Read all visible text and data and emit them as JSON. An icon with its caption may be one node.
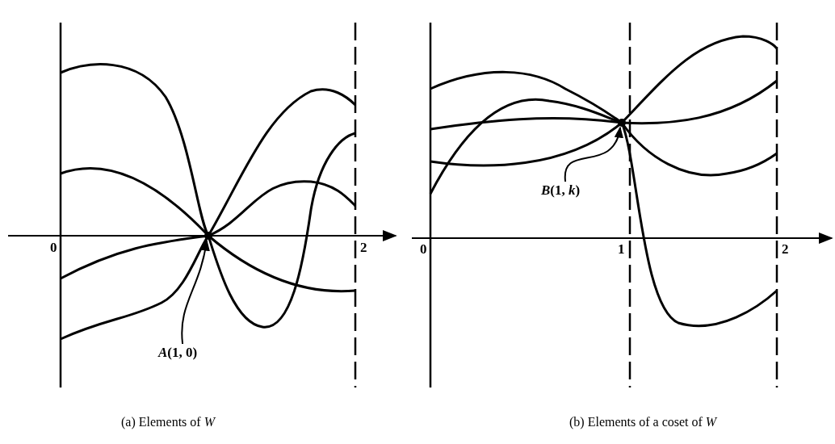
{
  "diagram": {
    "nodes": [
      {
        "text": [
          "*A*(1, 0)"
        ]
      },
      {
        "text": [],
        "shape": "circle"
      },
      {
        "text": [
          "*B*(1, *k*)"
        ]
      },
      {
        "text": [],
        "shape": "circle"
      }
    ],
    "edges": [
      {
        "from": 0,
        "to": 1,
        "arrow": "to"
      },
      {
        "from": 2,
        "to": 3,
        "arrow": "to"
      }
    ],
    "labels": [
      "0",
      "2",
      "0",
      "1",
      "2",
      "(a) Elements of *W*",
      "(b) Elements of a coset of *W*"
    ]
  }
}
